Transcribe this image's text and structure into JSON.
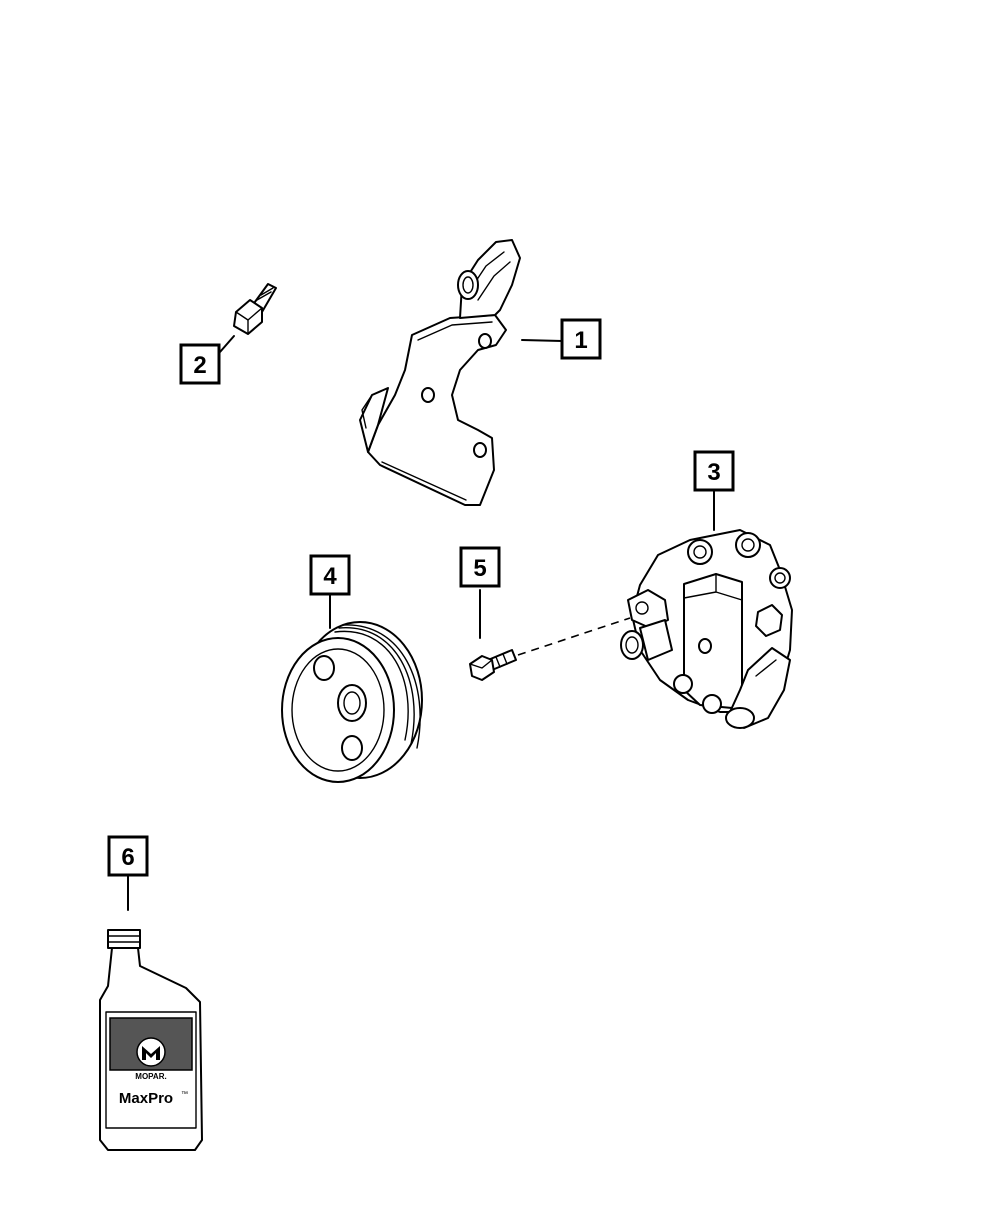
{
  "callouts": [
    {
      "id": "1",
      "label": "1"
    },
    {
      "id": "2",
      "label": "2"
    },
    {
      "id": "3",
      "label": "3"
    },
    {
      "id": "4",
      "label": "4"
    },
    {
      "id": "5",
      "label": "5"
    },
    {
      "id": "6",
      "label": "6"
    }
  ],
  "bottle": {
    "brand": "MOPAR.",
    "product": "MaxPro",
    "trademark": "™"
  },
  "colors": {
    "line": "#000000",
    "background": "#ffffff",
    "label_band": "#555555"
  }
}
